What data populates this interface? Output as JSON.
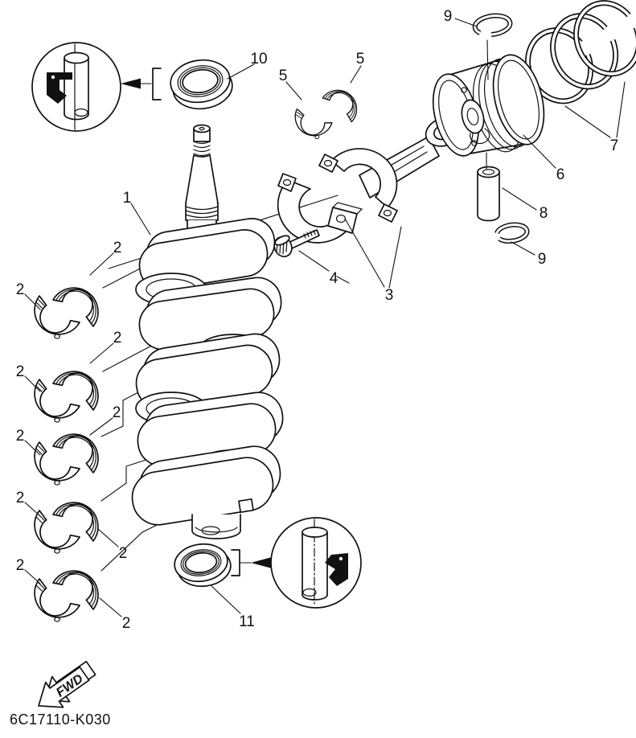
{
  "colors": {
    "ink": "#111111",
    "paper": "#ffffff"
  },
  "callouts": {
    "c1": {
      "n": "1"
    },
    "c2_1": {
      "n": "2"
    },
    "c2_2": {
      "n": "2"
    },
    "c2_3": {
      "n": "2"
    },
    "c2_4": {
      "n": "2"
    },
    "c2_5": {
      "n": "2"
    },
    "c2_6": {
      "n": "2"
    },
    "c2_7": {
      "n": "2"
    },
    "c2_8": {
      "n": "2"
    },
    "c2_9": {
      "n": "2"
    },
    "c2_10": {
      "n": "2"
    },
    "c3": {
      "n": "3"
    },
    "c4": {
      "n": "4"
    },
    "c5_1": {
      "n": "5"
    },
    "c5_2": {
      "n": "5"
    },
    "c6": {
      "n": "6"
    },
    "c7": {
      "n": "7"
    },
    "c8": {
      "n": "8"
    },
    "c9_1": {
      "n": "9"
    },
    "c9_2": {
      "n": "9"
    },
    "c10": {
      "n": "10"
    },
    "c11": {
      "n": "11"
    }
  },
  "fwd": {
    "label": "FWD"
  },
  "footer": {
    "part_code": "6C17110-K030"
  }
}
